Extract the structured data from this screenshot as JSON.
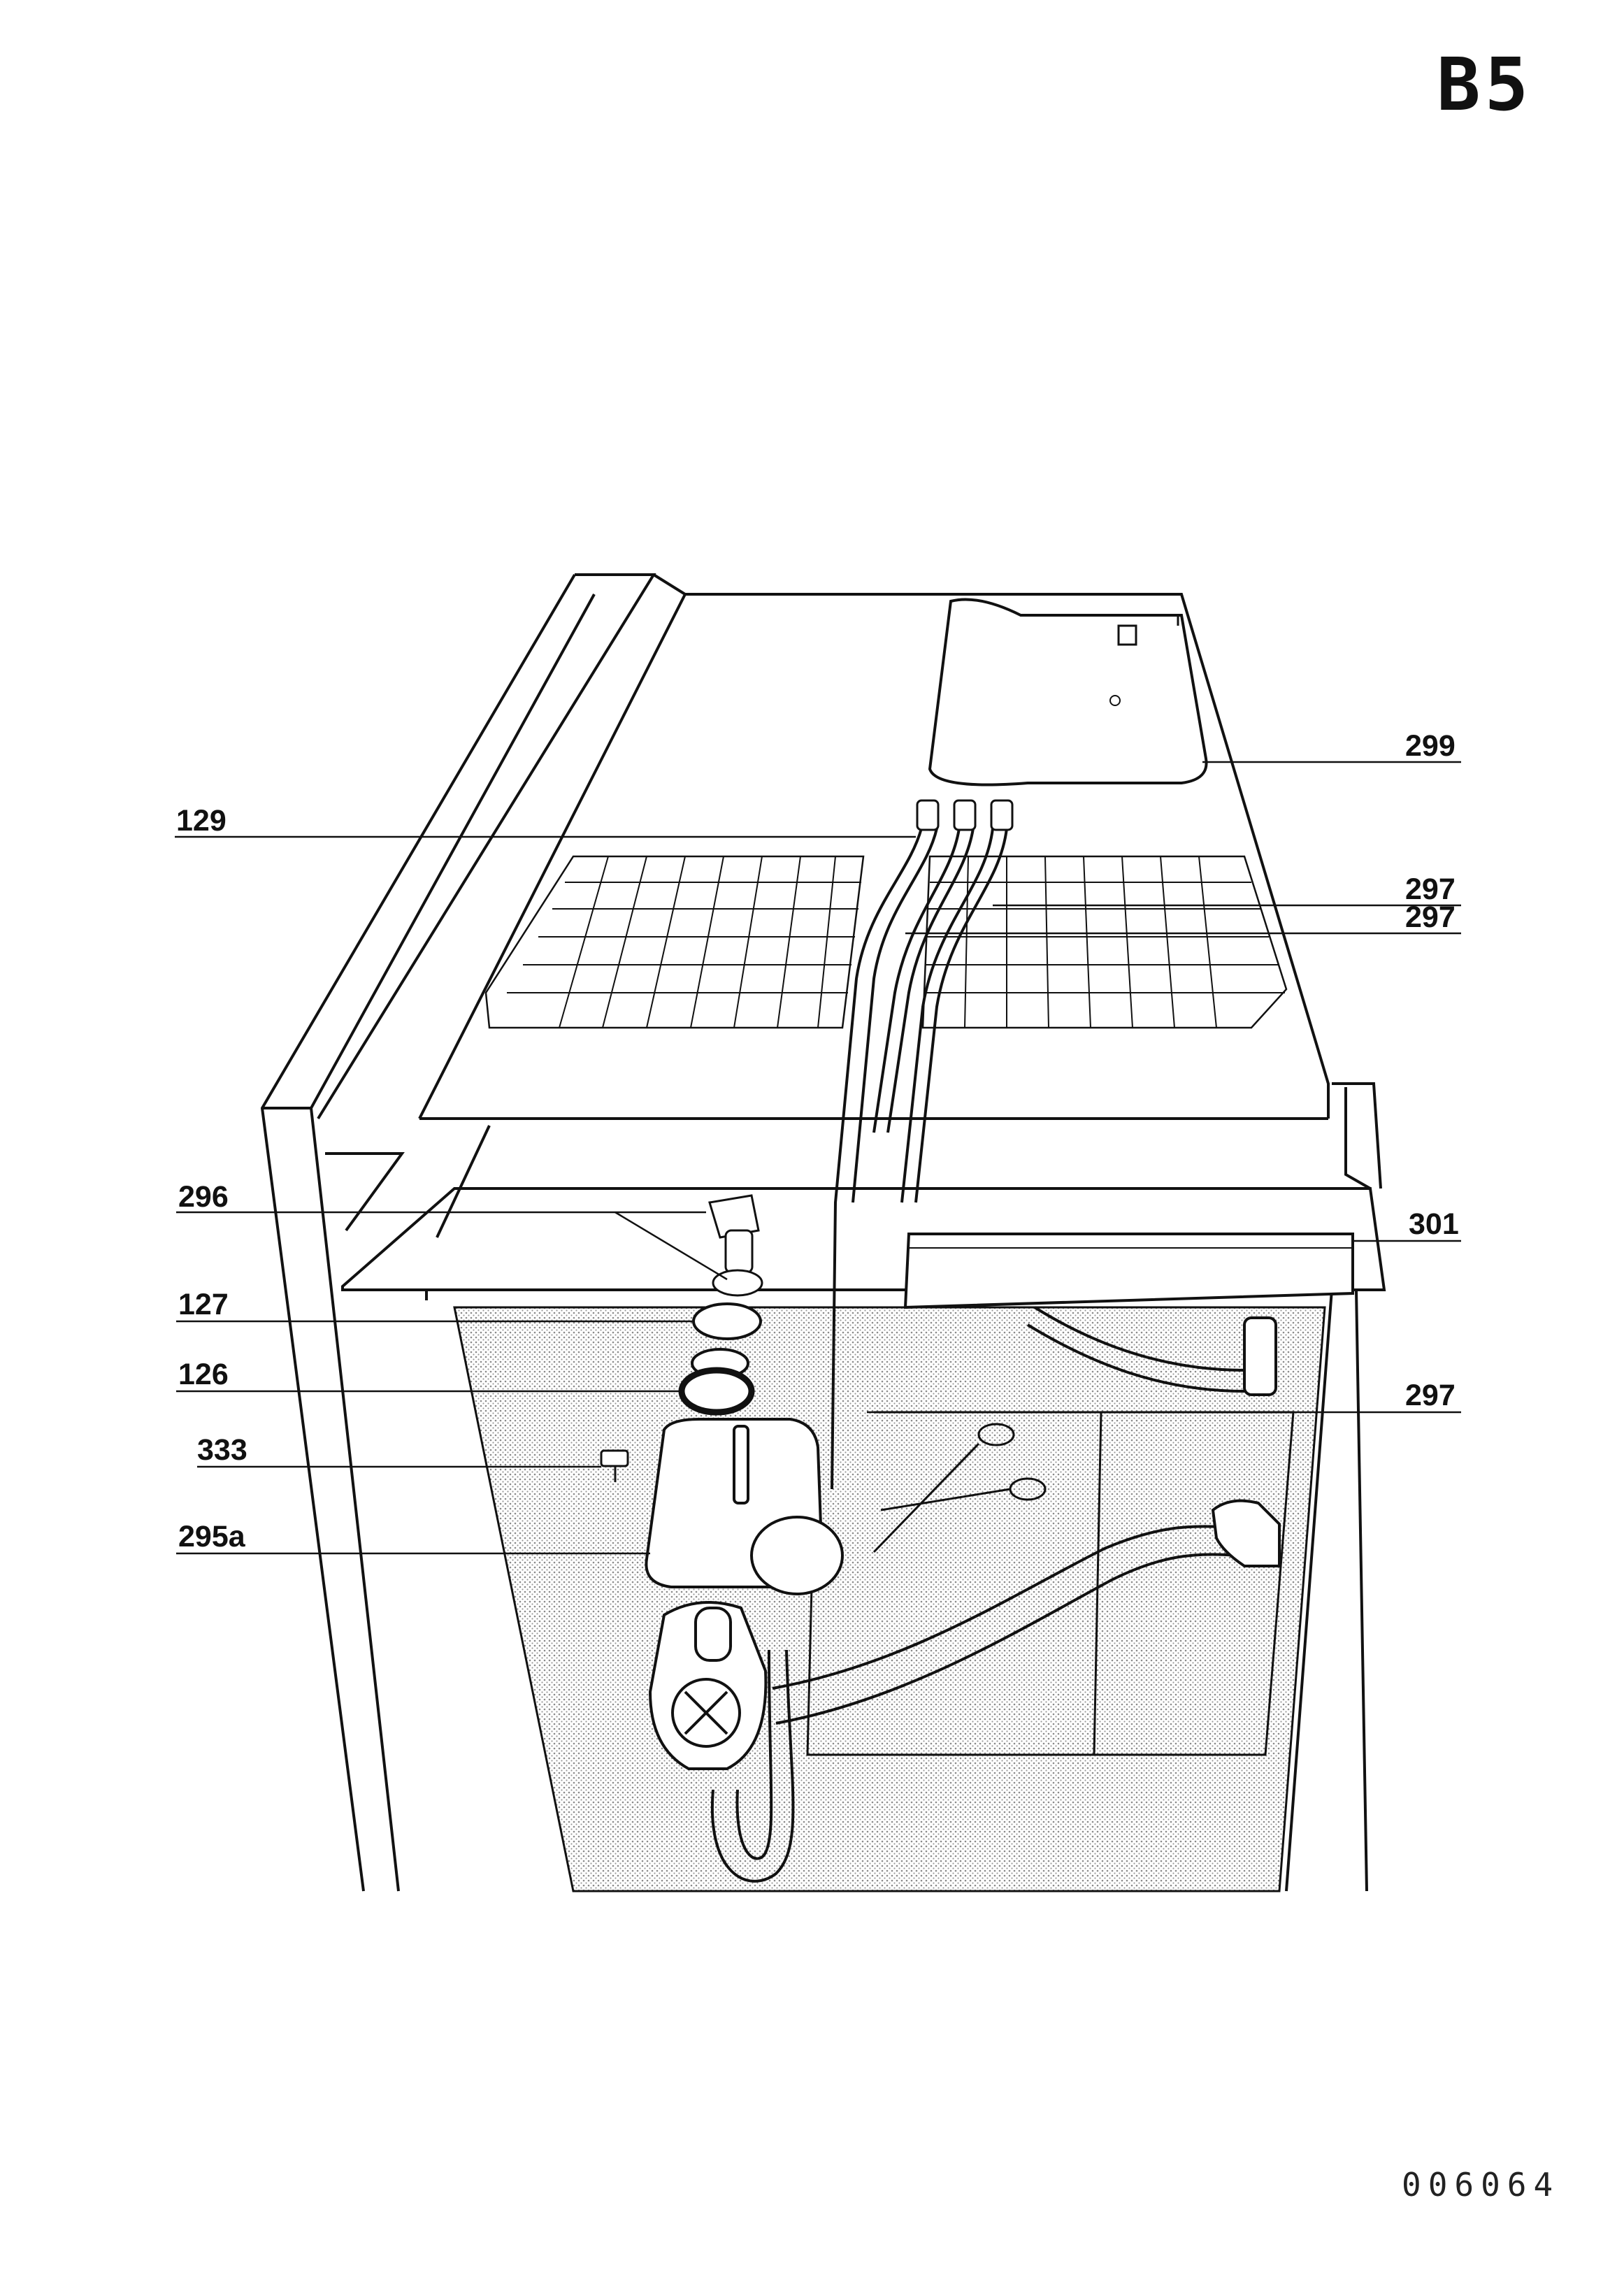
{
  "page_code": "B5",
  "document_number": "006064",
  "callouts": {
    "c129": "129",
    "c296": "296",
    "c127": "127",
    "c126": "126",
    "c333": "333",
    "c295a": "295a",
    "c299": "299",
    "c297_upper": "297",
    "c297_middle": "297",
    "c301": "301",
    "c297_lower": "297"
  },
  "colors": {
    "line": "#111111",
    "panel_hatch": "#c9c9c9"
  }
}
